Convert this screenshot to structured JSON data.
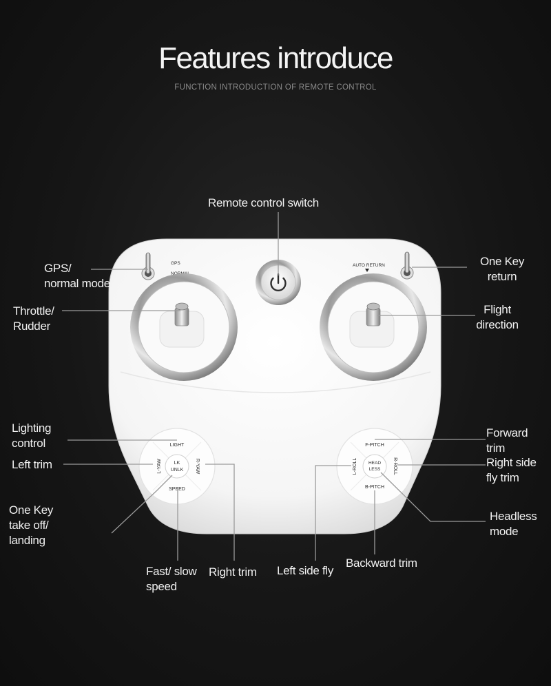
{
  "header": {
    "title": "Features introduce",
    "subtitle": "FUNCTION INTRODUCTION OF REMOTE CONTROL"
  },
  "callouts": {
    "remote_control_switch": "Remote control switch",
    "gps_normal_mode_1": "GPS/",
    "gps_normal_mode_2": "normal mode",
    "one_key_return_1": "One Key",
    "one_key_return_2": "return",
    "throttle_rudder_1": "Throttle/",
    "throttle_rudder_2": "Rudder",
    "flight_direction_1": "Flight",
    "flight_direction_2": "direction",
    "lighting_control_1": "Lighting",
    "lighting_control_2": "control",
    "left_trim": "Left trim",
    "one_key_takeoff_1": "One Key",
    "one_key_takeoff_2": "take off/",
    "one_key_takeoff_3": "landing",
    "forward_trim_1": "Forward",
    "forward_trim_2": "trim",
    "right_side_fly_trim_1": "Right side",
    "right_side_fly_trim_2": "fly trim",
    "headless_mode_1": "Headless",
    "headless_mode_2": "mode",
    "fast_slow_speed_1": "Fast/ slow",
    "fast_slow_speed_2": "speed",
    "right_trim": "Right trim",
    "left_side_fly": "Left side fly",
    "backward_trim": "Backward trim"
  },
  "remote_labels": {
    "gps": "GPS",
    "normal": "NORMAL",
    "auto_return": "AUTO RETURN",
    "light": "LIGHT",
    "speed": "SPEED",
    "l_yaw": "L-YAW",
    "r_yaw": "R-YAW",
    "lk": "LK",
    "unlk": "UNLK",
    "f_pitch": "F-PITCH",
    "b_pitch": "B-PITCH",
    "l_roll": "L-ROLL",
    "r_roll": "R-ROLL",
    "head": "HEAD",
    "less": "LESS"
  },
  "icons": {
    "power": "power-icon"
  }
}
